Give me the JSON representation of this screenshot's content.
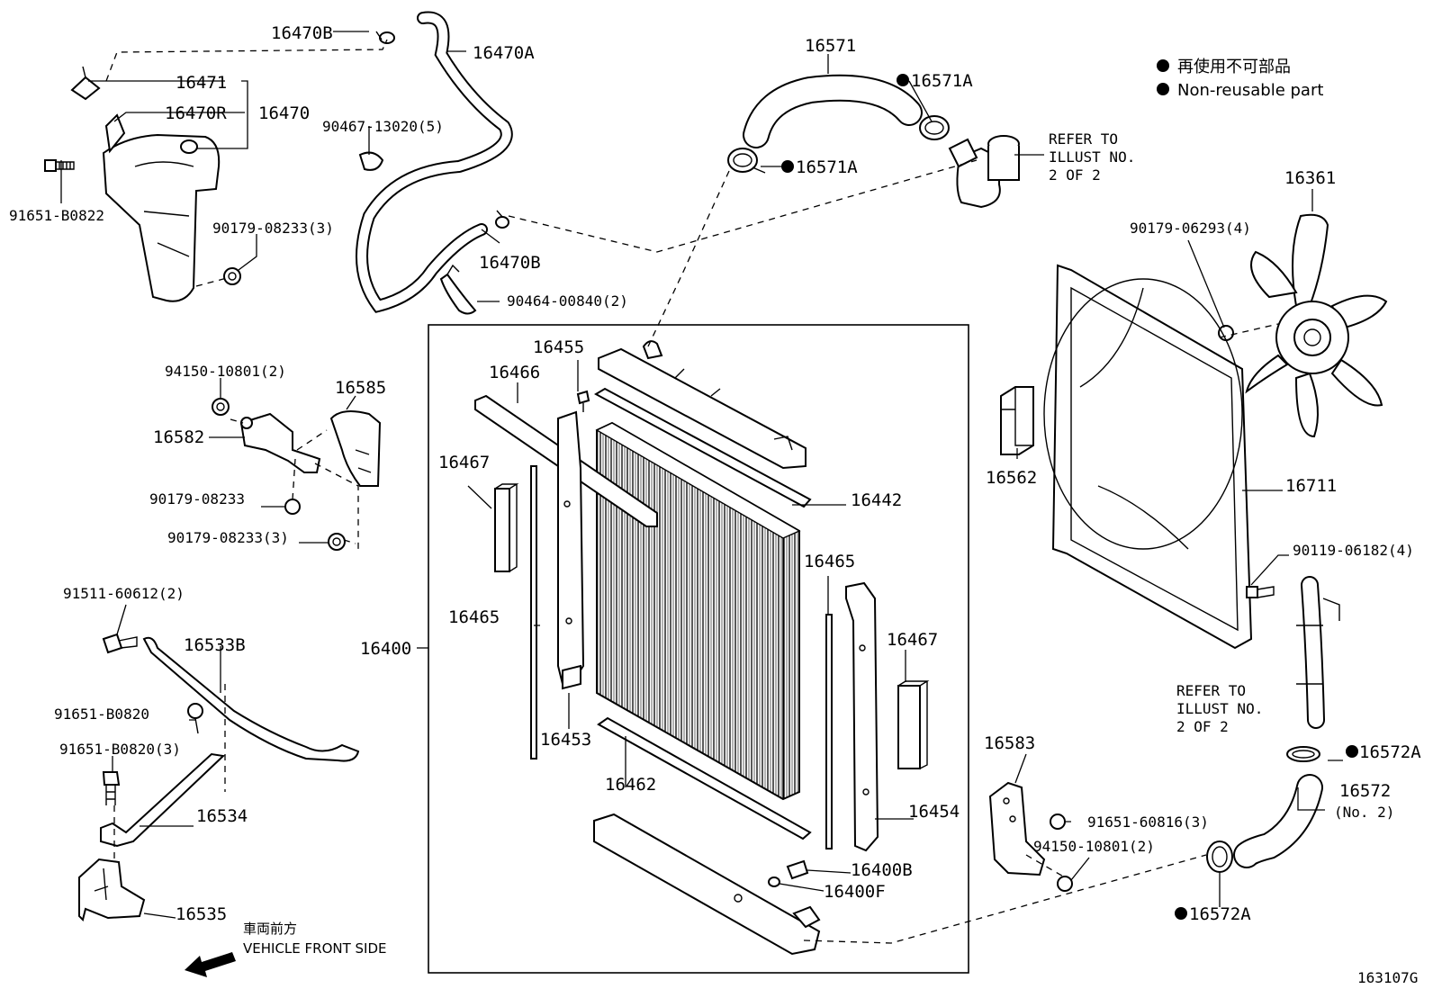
{
  "legend": {
    "jp": "再使用不可部品",
    "en": "Non-reusable part"
  },
  "direction": {
    "jp": "車両前方",
    "en": "VEHICLE FRONT SIDE"
  },
  "refer_top": [
    "REFER TO",
    "ILLUST NO.",
    "2 OF 2"
  ],
  "refer_mid": [
    "REFER TO",
    "ILLUST NO.",
    "2 OF 2"
  ],
  "diagram_code": "163107G",
  "labels": {
    "p16470B_a": "16470B",
    "p16470A": "16470A",
    "p16471": "16471",
    "p16470R": "16470R",
    "p16470": "16470",
    "p90467": "90467-13020(5)",
    "p91651_B0822": "91651-B0822",
    "p90179_08233_3a": "90179-08233(3)",
    "p16470B_b": "16470B",
    "p90464": "90464-00840(2)",
    "p16571": "16571",
    "p16571A_a": "16571A",
    "p16571A_b": "16571A",
    "p16361": "16361",
    "p90179_06293": "90179-06293(4)",
    "p94150_a": "94150-10801(2)",
    "p16585": "16585",
    "p16582": "16582",
    "p90179_08233": "90179-08233",
    "p90179_08233_3b": "90179-08233(3)",
    "p16455": "16455",
    "p16466": "16466",
    "p16467_a": "16467",
    "p16442": "16442",
    "p16562": "16562",
    "p16711": "16711",
    "p16465_a": "16465",
    "p16465_b": "16465",
    "p16467_b": "16467",
    "p16400": "16400",
    "p90119": "90119-06182(4)",
    "p91511": "91511-60612(2)",
    "p16533B": "16533B",
    "p91651_B0820": "91651-B0820",
    "p91651_B0820_3": "91651-B0820(3)",
    "p16453": "16453",
    "p16462": "16462",
    "p16583": "16583",
    "p16572A_a": "16572A",
    "p16572": "16572",
    "p16572_no2": "(No. 2)",
    "p91651_60816": "91651-60816(3)",
    "p94150_b": "94150-10801(2)",
    "p16534": "16534",
    "p16454": "16454",
    "p16400B": "16400B",
    "p16400F": "16400F",
    "p16535": "16535",
    "p16572A_b": "16572A"
  }
}
